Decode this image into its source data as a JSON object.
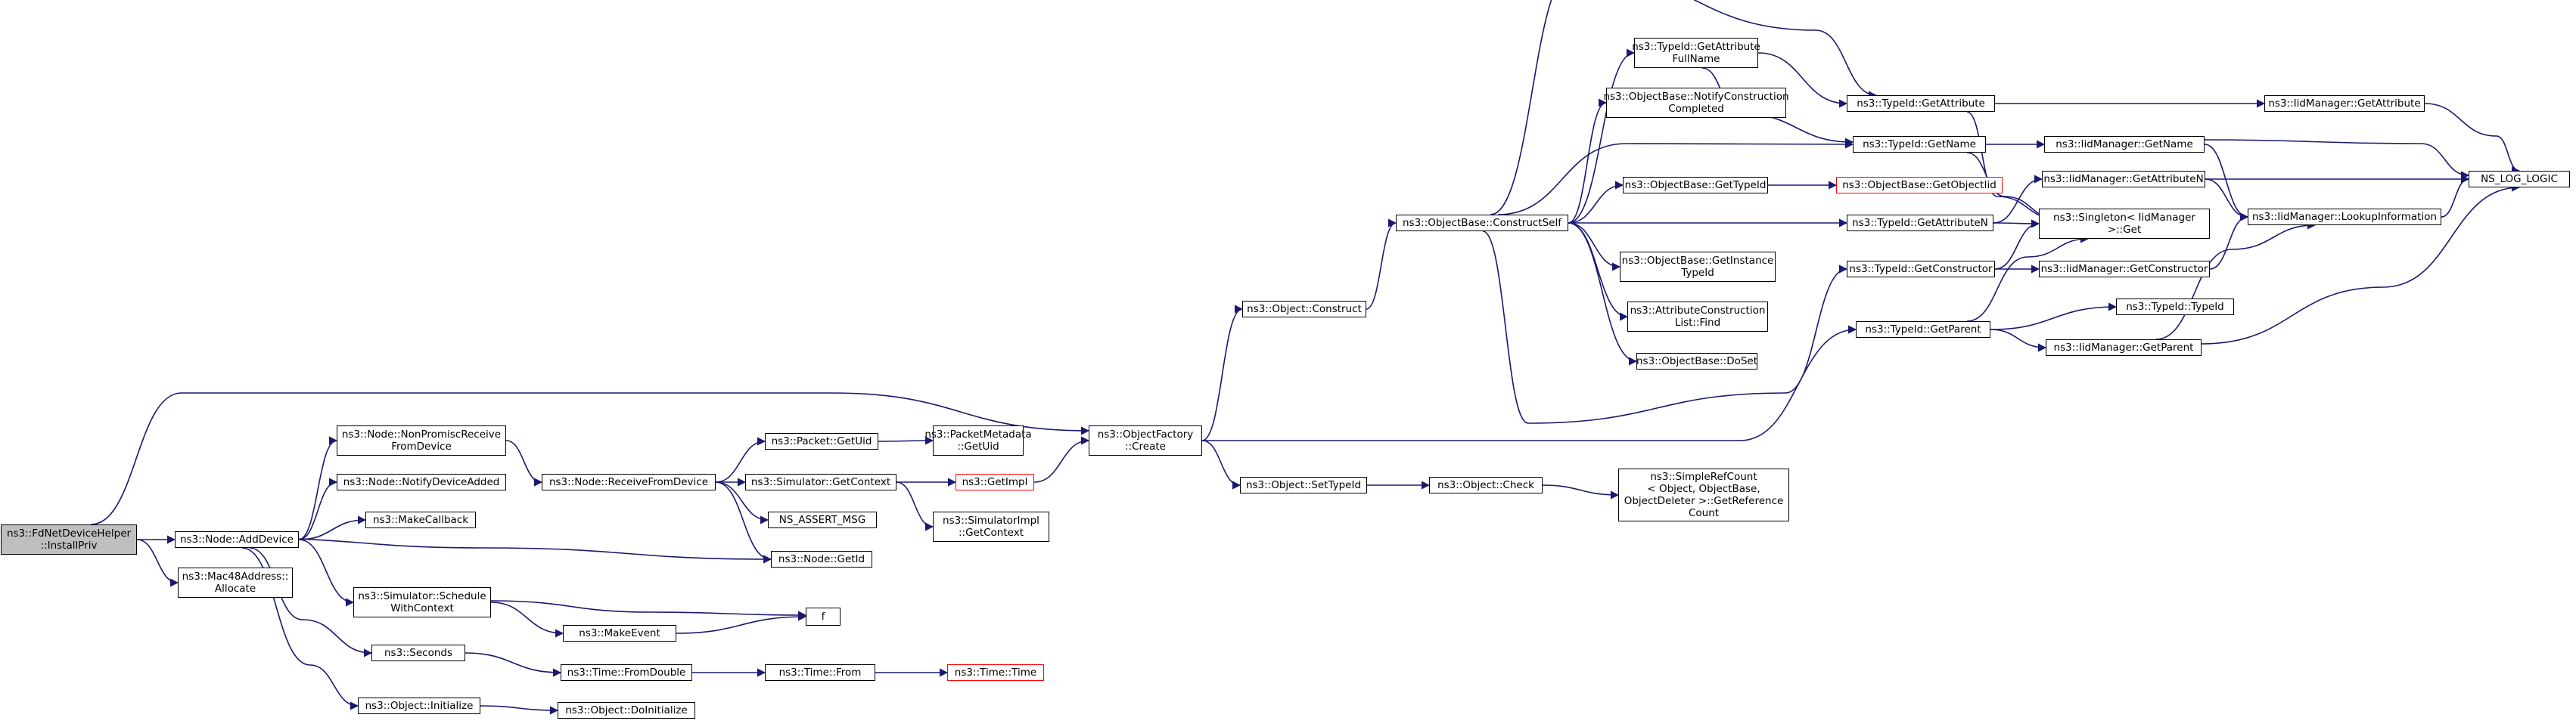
{
  "graph": {
    "nodes": [
      {
        "id": "root",
        "label": "ns3::FdNetDeviceHelper\n::InstallPriv",
        "style": "root"
      },
      {
        "id": "addDevice",
        "label": "ns3::Node::AddDevice"
      },
      {
        "id": "mac48",
        "label": "ns3::Mac48Address::\nAllocate"
      },
      {
        "id": "nonPromisc",
        "label": "ns3::Node::NonPromiscReceive\nFromDevice"
      },
      {
        "id": "notifyDevAdded",
        "label": "ns3::Node::NotifyDeviceAdded"
      },
      {
        "id": "makeCallback",
        "label": "ns3::MakeCallback"
      },
      {
        "id": "schedCtx",
        "label": "ns3::Simulator::Schedule\nWithContext"
      },
      {
        "id": "seconds",
        "label": "ns3::Seconds"
      },
      {
        "id": "objInit",
        "label": "ns3::Object::Initialize"
      },
      {
        "id": "recvFromDev",
        "label": "ns3::Node::ReceiveFromDevice"
      },
      {
        "id": "pktGetUid",
        "label": "ns3::Packet::GetUid"
      },
      {
        "id": "simGetCtx",
        "label": "ns3::Simulator::GetContext"
      },
      {
        "id": "nsAssert",
        "label": "NS_ASSERT_MSG"
      },
      {
        "id": "nodeGetId",
        "label": "ns3::Node::GetId"
      },
      {
        "id": "makeEvent",
        "label": "ns3::MakeEvent"
      },
      {
        "id": "f",
        "label": "f"
      },
      {
        "id": "fromDouble",
        "label": "ns3::Time::FromDouble"
      },
      {
        "id": "doInit",
        "label": "ns3::Object::DoInitialize"
      },
      {
        "id": "pktMetaUid",
        "label": "ns3::PacketMetadata\n::GetUid"
      },
      {
        "id": "getImpl",
        "label": "ns3::GetImpl",
        "style": "red"
      },
      {
        "id": "simImplCtx",
        "label": "ns3::SimulatorImpl\n::GetContext"
      },
      {
        "id": "timeFrom",
        "label": "ns3::Time::From"
      },
      {
        "id": "timeTime",
        "label": "ns3::Time::Time",
        "style": "red"
      },
      {
        "id": "objFactCreate",
        "label": "ns3::ObjectFactory\n::Create"
      },
      {
        "id": "objConstruct",
        "label": "ns3::Object::Construct"
      },
      {
        "id": "objSetTypeId",
        "label": "ns3::Object::SetTypeId"
      },
      {
        "id": "objCheck",
        "label": "ns3::Object::Check"
      },
      {
        "id": "simpleRef",
        "label": "ns3::SimpleRefCount\n< Object, ObjectBase,\nObjectDeleter >::GetReference\nCount"
      },
      {
        "id": "constructSelf",
        "label": "ns3::ObjectBase::ConstructSelf"
      },
      {
        "id": "attrFullName",
        "label": "ns3::TypeId::GetAttribute\nFullName"
      },
      {
        "id": "notifyConstr",
        "label": "ns3::ObjectBase::NotifyConstruction\nCompleted"
      },
      {
        "id": "obGetTypeId",
        "label": "ns3::ObjectBase::GetTypeId"
      },
      {
        "id": "obGetInstTid",
        "label": "ns3::ObjectBase::GetInstance\nTypeId"
      },
      {
        "id": "attrConstrFind",
        "label": "ns3::AttributeConstruction\nList::Find"
      },
      {
        "id": "doSet",
        "label": "ns3::ObjectBase::DoSet"
      },
      {
        "id": "obGetObjectTid",
        "label": "ns3::ObjectBase::GetObjectIid",
        "style": "red"
      },
      {
        "id": "tidGetAttr",
        "label": "ns3::TypeId::GetAttribute"
      },
      {
        "id": "tidGetName",
        "label": "ns3::TypeId::GetName"
      },
      {
        "id": "tidGetAttrN",
        "label": "ns3::TypeId::GetAttributeN"
      },
      {
        "id": "tidGetConstr",
        "label": "ns3::TypeId::GetConstructor"
      },
      {
        "id": "tidGetParent",
        "label": "ns3::TypeId::GetParent"
      },
      {
        "id": "singleton",
        "label": "ns3::Singleton< IidManager\n >::Get"
      },
      {
        "id": "iidGetName",
        "label": "ns3::IidManager::GetName"
      },
      {
        "id": "iidGetAttrN",
        "label": "ns3::IidManager::GetAttributeN"
      },
      {
        "id": "iidGetConstr",
        "label": "ns3::IidManager::GetConstructor"
      },
      {
        "id": "tidTypeId",
        "label": "ns3::TypeId::TypeId"
      },
      {
        "id": "iidGetParent",
        "label": "ns3::IidManager::GetParent"
      },
      {
        "id": "iidGetAttr",
        "label": "ns3::IidManager::GetAttribute"
      },
      {
        "id": "iidLookup",
        "label": "ns3::IidManager::LookupInformation"
      },
      {
        "id": "nsLogLogic",
        "label": "NS_LOG_LOGIC"
      }
    ],
    "edges": [
      [
        "root",
        "addDevice"
      ],
      [
        "root",
        "mac48"
      ],
      [
        "root",
        "objFactCreate"
      ],
      [
        "addDevice",
        "nonPromisc"
      ],
      [
        "addDevice",
        "notifyDevAdded"
      ],
      [
        "addDevice",
        "makeCallback"
      ],
      [
        "addDevice",
        "schedCtx"
      ],
      [
        "addDevice",
        "seconds"
      ],
      [
        "addDevice",
        "objInit"
      ],
      [
        "addDevice",
        "nodeGetId"
      ],
      [
        "nonPromisc",
        "recvFromDev"
      ],
      [
        "recvFromDev",
        "pktGetUid"
      ],
      [
        "recvFromDev",
        "simGetCtx"
      ],
      [
        "recvFromDev",
        "nsAssert"
      ],
      [
        "recvFromDev",
        "nodeGetId"
      ],
      [
        "pktGetUid",
        "pktMetaUid"
      ],
      [
        "simGetCtx",
        "getImpl"
      ],
      [
        "simGetCtx",
        "simImplCtx"
      ],
      [
        "getImpl",
        "objFactCreate"
      ],
      [
        "schedCtx",
        "makeEvent"
      ],
      [
        "schedCtx",
        "f"
      ],
      [
        "makeEvent",
        "f"
      ],
      [
        "seconds",
        "fromDouble"
      ],
      [
        "fromDouble",
        "timeFrom"
      ],
      [
        "timeFrom",
        "timeTime"
      ],
      [
        "objInit",
        "doInit"
      ],
      [
        "objFactCreate",
        "objConstruct"
      ],
      [
        "objFactCreate",
        "objSetTypeId"
      ],
      [
        "objFactCreate",
        "tidGetParent"
      ],
      [
        "objConstruct",
        "constructSelf"
      ],
      [
        "objSetTypeId",
        "objCheck"
      ],
      [
        "objCheck",
        "simpleRef"
      ],
      [
        "constructSelf",
        "attrFullName"
      ],
      [
        "constructSelf",
        "notifyConstr"
      ],
      [
        "constructSelf",
        "obGetTypeId"
      ],
      [
        "constructSelf",
        "obGetInstTid"
      ],
      [
        "constructSelf",
        "attrConstrFind"
      ],
      [
        "constructSelf",
        "doSet"
      ],
      [
        "constructSelf",
        "tidGetAttr"
      ],
      [
        "constructSelf",
        "tidGetName"
      ],
      [
        "constructSelf",
        "tidGetAttrN"
      ],
      [
        "constructSelf",
        "tidGetConstr"
      ],
      [
        "attrFullName",
        "tidGetAttr"
      ],
      [
        "attrFullName",
        "tidGetName"
      ],
      [
        "obGetTypeId",
        "obGetObjectTid"
      ],
      [
        "tidGetAttr",
        "iidGetAttr"
      ],
      [
        "tidGetAttr",
        "singleton"
      ],
      [
        "tidGetName",
        "iidGetName"
      ],
      [
        "tidGetName",
        "singleton"
      ],
      [
        "tidGetAttrN",
        "iidGetAttrN"
      ],
      [
        "tidGetAttrN",
        "singleton"
      ],
      [
        "tidGetConstr",
        "iidGetConstr"
      ],
      [
        "tidGetConstr",
        "singleton"
      ],
      [
        "tidGetParent",
        "tidTypeId"
      ],
      [
        "tidGetParent",
        "iidGetParent"
      ],
      [
        "tidGetParent",
        "singleton"
      ],
      [
        "iidGetName",
        "nsLogLogic"
      ],
      [
        "iidGetName",
        "iidLookup"
      ],
      [
        "iidGetAttrN",
        "nsLogLogic"
      ],
      [
        "iidGetAttrN",
        "iidLookup"
      ],
      [
        "iidGetConstr",
        "iidLookup"
      ],
      [
        "iidGetParent",
        "iidLookup"
      ],
      [
        "iidGetParent",
        "nsLogLogic"
      ],
      [
        "iidGetAttr",
        "nsLogLogic"
      ],
      [
        "iidLookup",
        "nsLogLogic"
      ]
    ]
  }
}
